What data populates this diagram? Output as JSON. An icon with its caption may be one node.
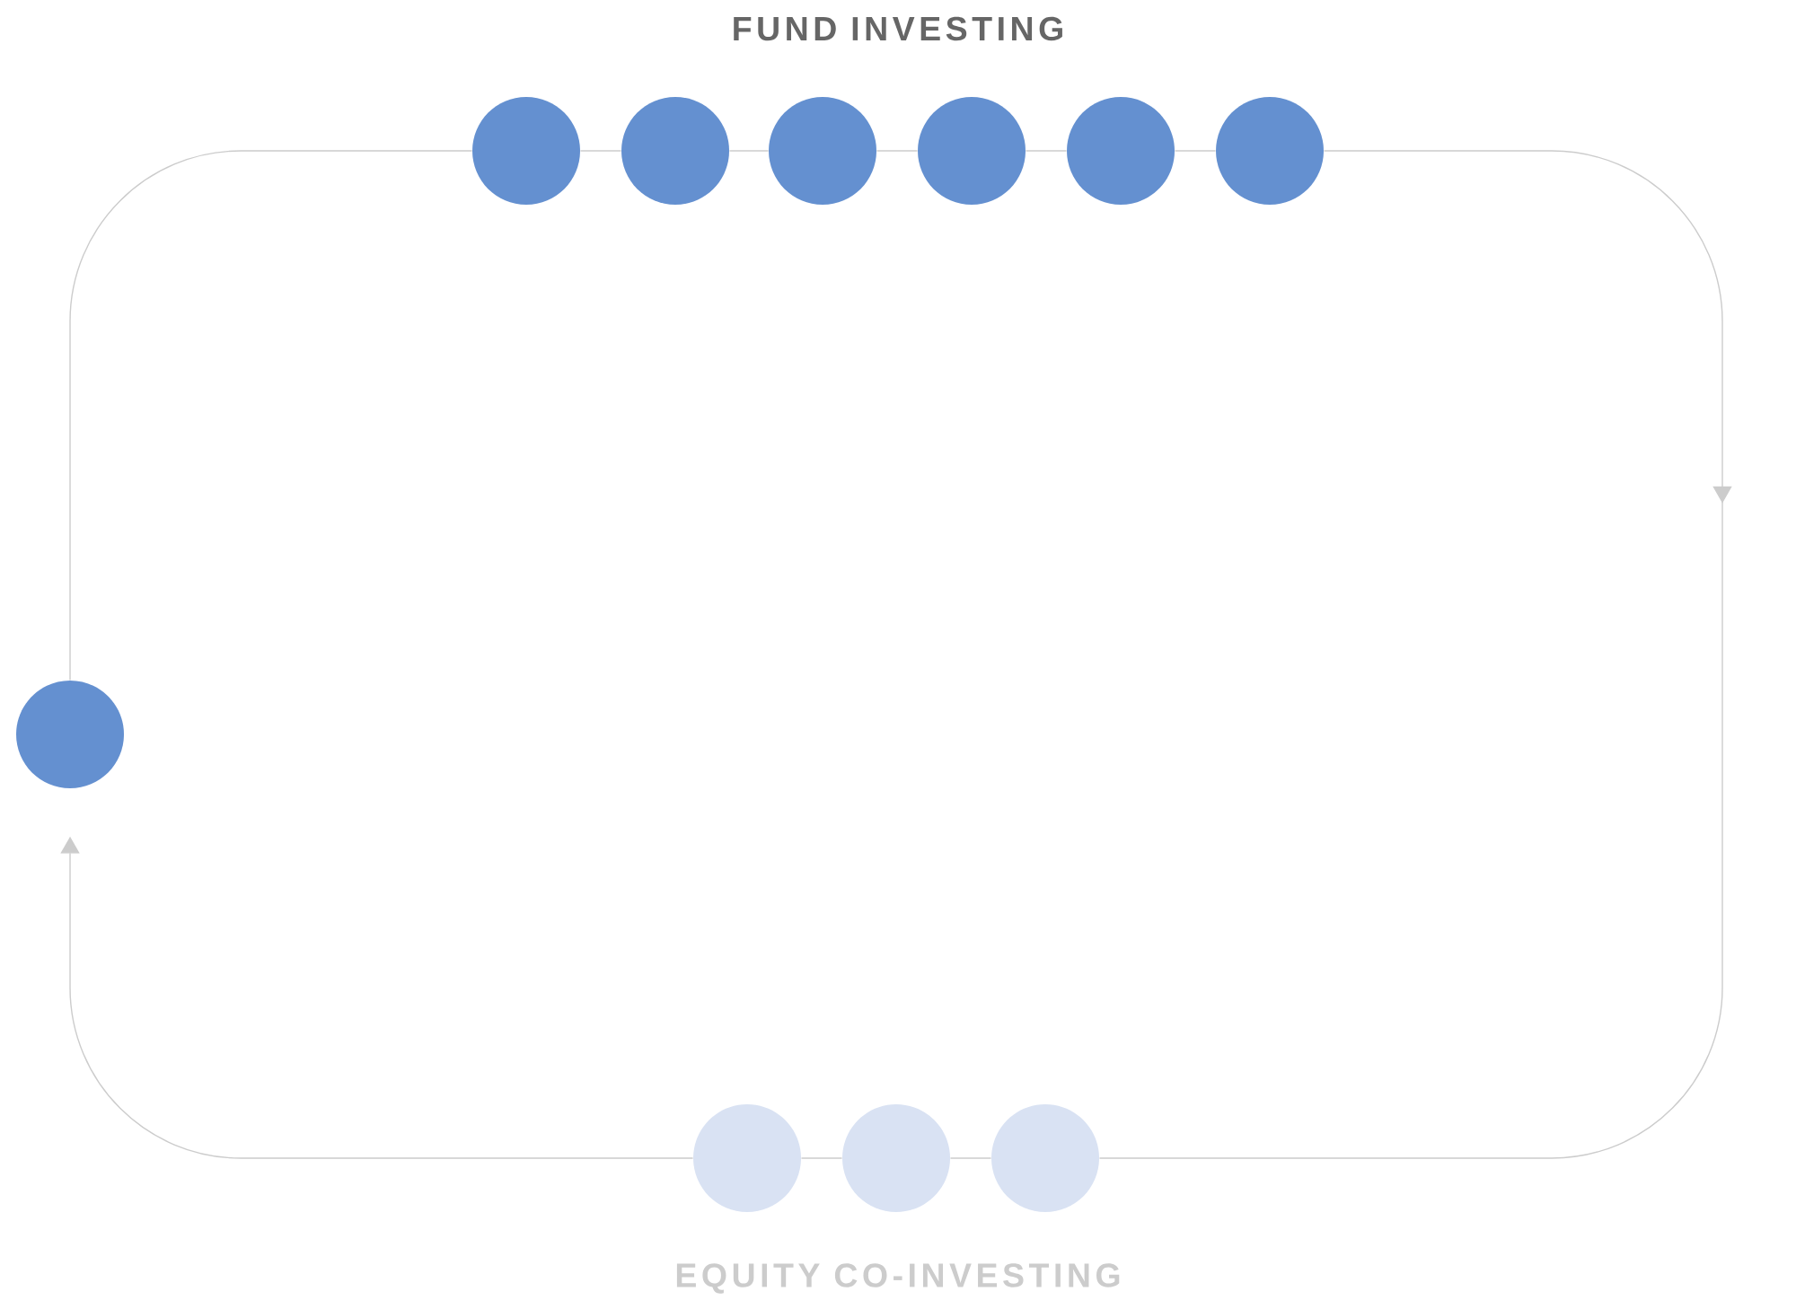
{
  "diagram": {
    "nodes": [
      {
        "text": [],
        "shape": "circle"
      },
      {
        "text": [],
        "shape": "circle"
      },
      {
        "text": [],
        "shape": "circle"
      },
      {
        "text": [],
        "shape": "circle"
      },
      {
        "text": [],
        "shape": "circle"
      },
      {
        "text": [],
        "shape": "circle"
      },
      {
        "text": [],
        "shape": "circle"
      },
      {
        "text": [],
        "shape": "circle"
      },
      {
        "text": [],
        "shape": "circle"
      },
      {
        "text": [],
        "shape": "circle"
      }
    ],
    "edges": [
      {
        "from": 0,
        "to": 1,
        "arrow": "none"
      },
      {
        "from": 1,
        "to": 2,
        "arrow": "none"
      },
      {
        "from": 2,
        "to": 3,
        "arrow": "none"
      },
      {
        "from": 3,
        "to": 4,
        "arrow": "none"
      },
      {
        "from": 4,
        "to": 5,
        "arrow": "none"
      },
      {
        "from": 5,
        "to": 9,
        "arrow": "to"
      },
      {
        "from": 9,
        "to": 8,
        "arrow": "none"
      },
      {
        "from": 8,
        "to": 7,
        "arrow": "none"
      },
      {
        "from": 7,
        "to": 6,
        "arrow": "to"
      },
      {
        "from": 6,
        "to": 0,
        "arrow": "none"
      }
    ],
    "labels": [
      "FUND INVESTING",
      "EQUITY CO-INVESTING"
    ]
  }
}
